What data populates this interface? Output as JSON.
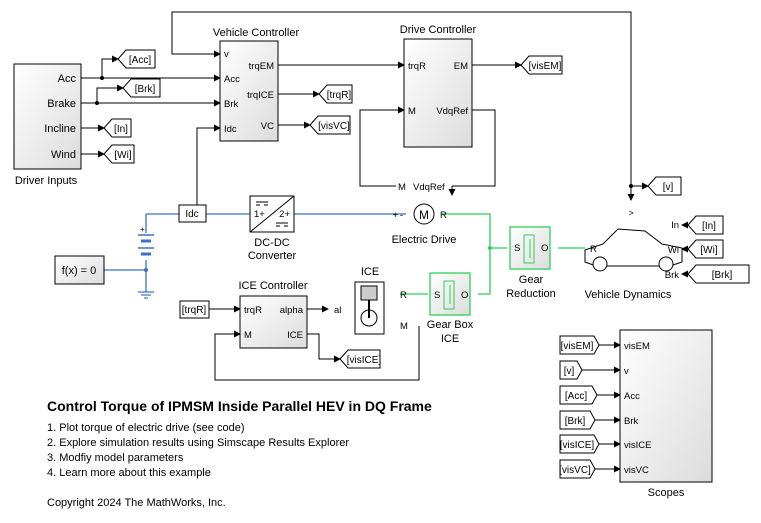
{
  "blocks": {
    "driver_inputs": {
      "name": "Driver Inputs",
      "ports": [
        "Acc",
        "Brake",
        "Incline",
        "Wind"
      ]
    },
    "vehicle_controller": {
      "name": "Vehicle Controller",
      "inputs": [
        "v",
        "Acc",
        "Brk",
        "Idc"
      ],
      "outputs": [
        "trqEM",
        "trqICE",
        "VC"
      ]
    },
    "drive_controller": {
      "name": "Drive Controller",
      "inputs": [
        "trqR",
        "M"
      ],
      "outputs": [
        "EM",
        "VdqRef"
      ]
    },
    "dc_dc_converter": {
      "name": "DC-DC\nConverter",
      "line1": "DC-DC",
      "line2": "Converter",
      "port1": "1+",
      "port2": "2+"
    },
    "electric_drive": {
      "name": "Electric Drive",
      "plus": "+",
      "minus": "-",
      "right": "R",
      "bottom_left": "M",
      "bottom_right": "VdqRef"
    },
    "ice_controller": {
      "name": "ICE Controller",
      "inputs": [
        "trqR",
        "M"
      ],
      "outputs": [
        "alpha",
        "ICE"
      ]
    },
    "ice": {
      "name": "ICE",
      "port_al": "al",
      "port_r": "R",
      "port_m": "M"
    },
    "gear_box_ice": {
      "line1": "Gear Box",
      "line2": "ICE",
      "port_s": "S",
      "port_o": "O"
    },
    "gear_reduction": {
      "line1": "Gear",
      "line2": "Reduction",
      "port_s": "S",
      "port_o": "O"
    },
    "vehicle_dynamics": {
      "name": "Vehicle Dynamics",
      "ports": [
        "In",
        "Wi",
        "Brk",
        "R"
      ]
    },
    "constant": {
      "expr": "f(x) = 0"
    },
    "idc_sensor": {
      "label": "Idc"
    },
    "scopes": {
      "name": "Scopes",
      "inputs": [
        "visEM",
        "v",
        "Acc",
        "Brk",
        "visICE",
        "visVC"
      ]
    }
  },
  "tags": {
    "acc": "[Acc]",
    "brk": "[Brk]",
    "in": "[In]",
    "wi": "[Wi]",
    "trqR": "[trqR]",
    "visVC": "[visVC]",
    "visEM": "[visEM]",
    "v": "[v]",
    "visICE": "[visICE]"
  },
  "goto_inputs": [
    "[In]",
    "[Wi]",
    "[Brk]"
  ],
  "scope_sources": [
    "[visEM]",
    "[v]",
    "[Acc]",
    "[Brk]",
    "[visICE]",
    "[visVC]"
  ],
  "title": "Control Torque of IPMSM Inside Parallel HEV in DQ Frame",
  "tasks": [
    "1. Plot torque of electric drive (see code)",
    "2. Explore simulation results using Simscape Results Explorer",
    "3. Modfiy model parameters",
    "4. Learn more about this example"
  ],
  "copyright": "Copyright 2024 The MathWorks, Inc."
}
